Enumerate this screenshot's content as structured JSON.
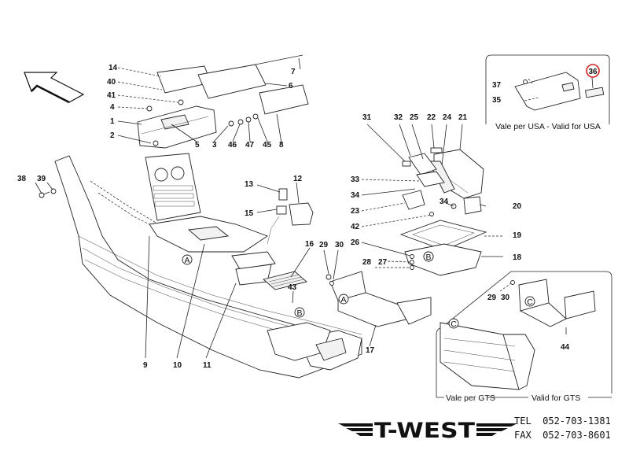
{
  "diagram": {
    "title": "Exploded parts diagram - center console / tunnel",
    "direction_arrow": "arrow-up-left",
    "callouts": [
      {
        "id": "14",
        "label": "14"
      },
      {
        "id": "40",
        "label": "40"
      },
      {
        "id": "41",
        "label": "41"
      },
      {
        "id": "4",
        "label": "4"
      },
      {
        "id": "1",
        "label": "1"
      },
      {
        "id": "2",
        "label": "2"
      },
      {
        "id": "5",
        "label": "5"
      },
      {
        "id": "3",
        "label": "3"
      },
      {
        "id": "46",
        "label": "46"
      },
      {
        "id": "47",
        "label": "47"
      },
      {
        "id": "45",
        "label": "45"
      },
      {
        "id": "8",
        "label": "8"
      },
      {
        "id": "6",
        "label": "6"
      },
      {
        "id": "7",
        "label": "7"
      },
      {
        "id": "38",
        "label": "38"
      },
      {
        "id": "39",
        "label": "39"
      },
      {
        "id": "13",
        "label": "13"
      },
      {
        "id": "12",
        "label": "12"
      },
      {
        "id": "15",
        "label": "15"
      },
      {
        "id": "16",
        "label": "16"
      },
      {
        "id": "9",
        "label": "9"
      },
      {
        "id": "10",
        "label": "10"
      },
      {
        "id": "11",
        "label": "11"
      },
      {
        "id": "43",
        "label": "43"
      },
      {
        "id": "29",
        "label": "29"
      },
      {
        "id": "30",
        "label": "30"
      },
      {
        "id": "17",
        "label": "17"
      },
      {
        "id": "31",
        "label": "31"
      },
      {
        "id": "32",
        "label": "32"
      },
      {
        "id": "25",
        "label": "25"
      },
      {
        "id": "22",
        "label": "22"
      },
      {
        "id": "24",
        "label": "24"
      },
      {
        "id": "21",
        "label": "21"
      },
      {
        "id": "33",
        "label": "33"
      },
      {
        "id": "34a",
        "label": "34"
      },
      {
        "id": "23",
        "label": "23"
      },
      {
        "id": "34b",
        "label": "34"
      },
      {
        "id": "20",
        "label": "20"
      },
      {
        "id": "42",
        "label": "42"
      },
      {
        "id": "19",
        "label": "19"
      },
      {
        "id": "26",
        "label": "26"
      },
      {
        "id": "27",
        "label": "27"
      },
      {
        "id": "28",
        "label": "28"
      },
      {
        "id": "18",
        "label": "18"
      },
      {
        "id": "29b",
        "label": "29"
      },
      {
        "id": "30b",
        "label": "30"
      },
      {
        "id": "44",
        "label": "44"
      },
      {
        "id": "37",
        "label": "37"
      },
      {
        "id": "35",
        "label": "35"
      },
      {
        "id": "36",
        "label": "36"
      }
    ],
    "reference_markers": {
      "A": "A",
      "B": "B",
      "C": "C"
    },
    "highlighted_callout": "36",
    "highlight_color": "#d42020"
  },
  "inset_usa": {
    "caption": "Vale per USA - Valid for USA"
  },
  "inset_gts": {
    "caption_left": "Vale per GTS",
    "caption_right": "Valid for GTS"
  },
  "footer": {
    "brand": "T-WEST",
    "tel": "TEL  052-703-1381",
    "fax": "FAX  052-703-8601"
  }
}
